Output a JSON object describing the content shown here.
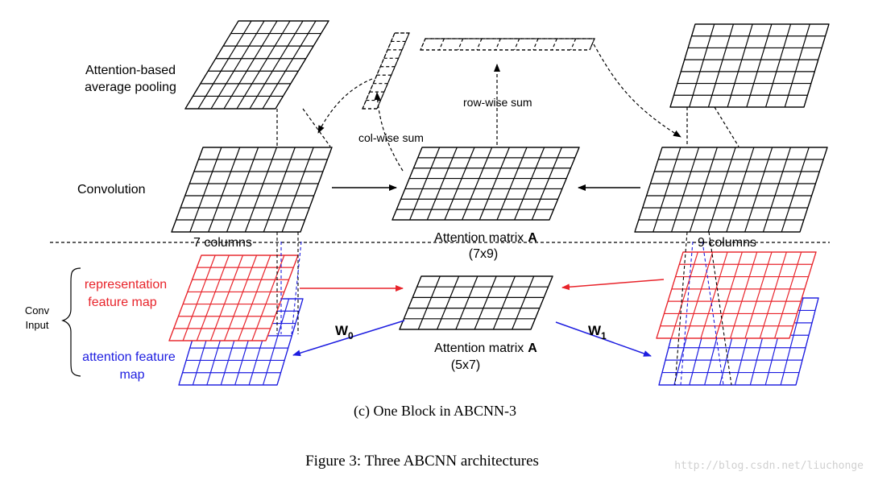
{
  "colors": {
    "black": "#000000",
    "red": "#e8242b",
    "blue": "#1d1de0",
    "watermark": "#d0d0d0"
  },
  "labels": {
    "pooling_line1": "Attention-based",
    "pooling_line2": "average pooling",
    "convolution": "Convolution",
    "col_wise_sum": "col-wise sum",
    "row_wise_sum": "row-wise sum",
    "seven_columns": "7 columns",
    "nine_columns": "9 columns",
    "attn_top_line1": "Attention matrix",
    "attn_top_bold": "A",
    "attn_top_line2": "(7x9)",
    "attn_bottom_line1": "Attention matrix",
    "attn_bottom_bold": "A",
    "attn_bottom_line2": "(5x7)",
    "conv_input_line1": "Conv",
    "conv_input_line2": "Input",
    "rep_map_line1": "representation",
    "rep_map_line2": "feature map",
    "att_map_line1": "attention  feature",
    "att_map_line2": "map",
    "w0_main": "W",
    "w0_sub": "0",
    "w1_main": "W",
    "w1_sub": "1"
  },
  "captions": {
    "sub": "(c)  One Block in ABCNN-3",
    "figure": "Figure 3: Three ABCNN architectures",
    "watermark": "http://blog.csdn.net/liuchonge"
  }
}
